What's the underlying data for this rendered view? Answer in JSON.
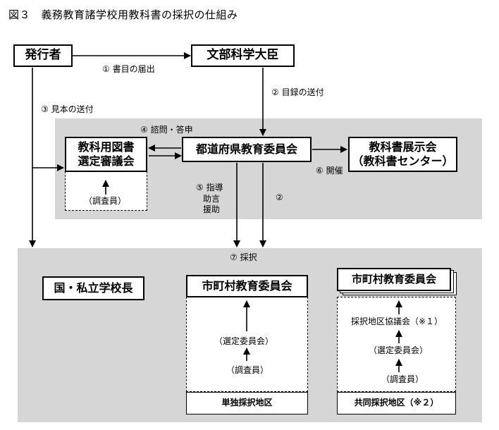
{
  "title": "図３　義務教育諸学校用教科書の採択の仕組み",
  "nodes": {
    "publisher": "発行者",
    "minister": "文部科学大臣",
    "council": [
      "教科用図書",
      "選定審議会"
    ],
    "council_sub": "（調査員）",
    "prefecture": "都道府県教育委員会",
    "exhibition": [
      "教科書展示会",
      "（教科書センター）"
    ],
    "national_private": "国・私立学校長",
    "city_single": "市町村教育委員会",
    "single_sub1": "（選定委員会）",
    "single_sub2": "（調査員）",
    "single_area": "単独採択地区",
    "city_joint": "市町村教育委員会",
    "joint_sub0": "採択地区協議会（※１）",
    "joint_sub1": "（選定委員会）",
    "joint_sub2": "（調査員）",
    "joint_area": "共同採択地区（※２）"
  },
  "edges": {
    "e1": "① 書目の届出",
    "e2": "② 目録の送付",
    "e3": "③ 見本の送付",
    "e4": "④ 諮問・答申",
    "e5": [
      "⑤ 指導",
      "助言",
      "援助"
    ],
    "e5b": "②",
    "e6": "⑥ 開催",
    "e7": "⑦ 採択"
  }
}
